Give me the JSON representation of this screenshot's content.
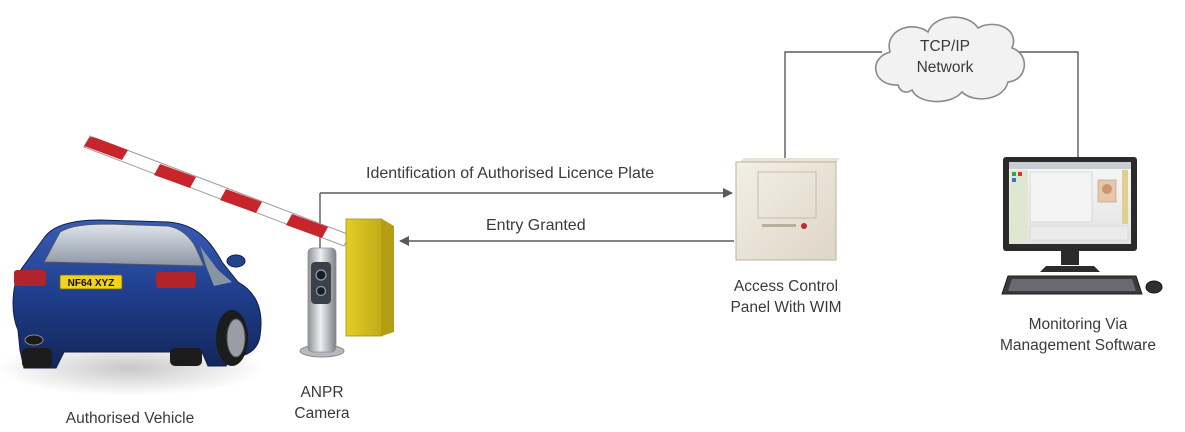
{
  "labels": {
    "vehicle": "Authorised Vehicle",
    "camera_line1": "ANPR",
    "camera_line2": "Camera",
    "panel_line1": "Access Control",
    "panel_line2": "Panel With WIM",
    "monitor_line1": "Monitoring Via",
    "monitor_line2": "Management Software",
    "cloud_line1": "TCP/IP",
    "cloud_line2": "Network"
  },
  "flows": {
    "identification": "Identification of Authorised Licence Plate",
    "entry": "Entry Granted"
  },
  "plate": "NF64 XYZ",
  "colors": {
    "car_body": "#1f3e8c",
    "barrier_red": "#c8242b",
    "barrier_yellow": "#d9c21f",
    "line": "#5a5a5a",
    "text": "#3a3a3a"
  }
}
